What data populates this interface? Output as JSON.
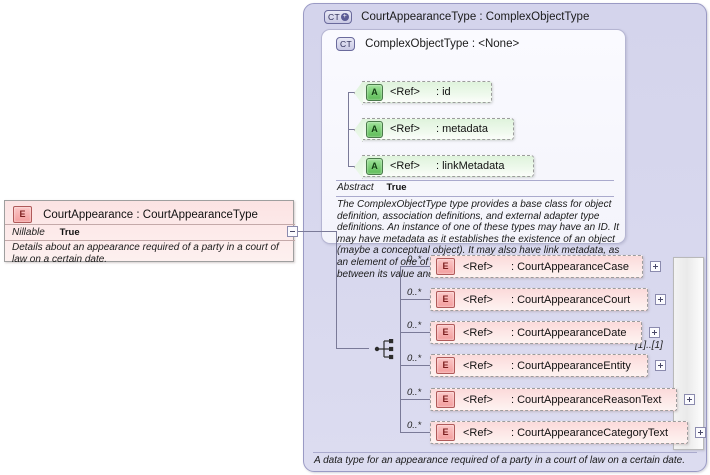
{
  "outer_type": {
    "badge": "CT",
    "badge_has_plus": true,
    "title": "CourtAppearanceType : ComplexObjectType",
    "bottom_documentation": "A data type for an appearance required of a party in a court of law on a certain date."
  },
  "inner_type": {
    "badge": "CT",
    "title": "ComplexObjectType : <None>",
    "abstract_key": "Abstract",
    "abstract_value": "True",
    "documentation": "The ComplexObjectType type provides a base class for object definition, association definitions, and external adapter type definitions. An instance of one of these types may have an ID. It may have metadata as it establishes the existence of an object (maybe a conceptual object). It may also have link metadata, as an element of one of these types establishes a relationship between its value and its context.",
    "attributes": [
      {
        "icon": "A",
        "ref": "<Ref>",
        "name": ": id"
      },
      {
        "icon": "A",
        "ref": "<Ref>",
        "name": ": metadata"
      },
      {
        "icon": "A",
        "ref": "<Ref>",
        "name": ": linkMetadata"
      }
    ]
  },
  "element": {
    "icon": "E",
    "title": "CourtAppearance : CourtAppearanceType",
    "nillable_key": "Nillable",
    "nillable_value": "True",
    "documentation": "Details about an appearance required of a party in a court of law on a certain date.",
    "collapse_toggle": "minus"
  },
  "sequence": {
    "cardinality": "[1]..[1]",
    "icon": "sequence-icon"
  },
  "children": [
    {
      "icon": "E",
      "ref": "<Ref>",
      "name": ": CourtAppearanceCase",
      "cardinality": "0..*",
      "expand": "plus"
    },
    {
      "icon": "E",
      "ref": "<Ref>",
      "name": ": CourtAppearanceCourt",
      "cardinality": "0..*",
      "expand": "plus"
    },
    {
      "icon": "E",
      "ref": "<Ref>",
      "name": ": CourtAppearanceDate",
      "cardinality": "0..*",
      "expand": "plus"
    },
    {
      "icon": "E",
      "ref": "<Ref>",
      "name": ": CourtAppearanceEntity",
      "cardinality": "0..*",
      "expand": "plus"
    },
    {
      "icon": "E",
      "ref": "<Ref>",
      "name": ": CourtAppearanceReasonText",
      "cardinality": "0..*",
      "expand": "plus"
    },
    {
      "icon": "E",
      "ref": "<Ref>",
      "name": ": CourtAppearanceCategoryText",
      "cardinality": "0..*",
      "expand": "plus"
    }
  ],
  "colors": {
    "frame_fill": "#d6d6ee",
    "panel_fill": "#f7f7fc",
    "attribute_fill": "#e4f5e0",
    "element_fill": "#fbdada",
    "line": "#7a7a98"
  }
}
